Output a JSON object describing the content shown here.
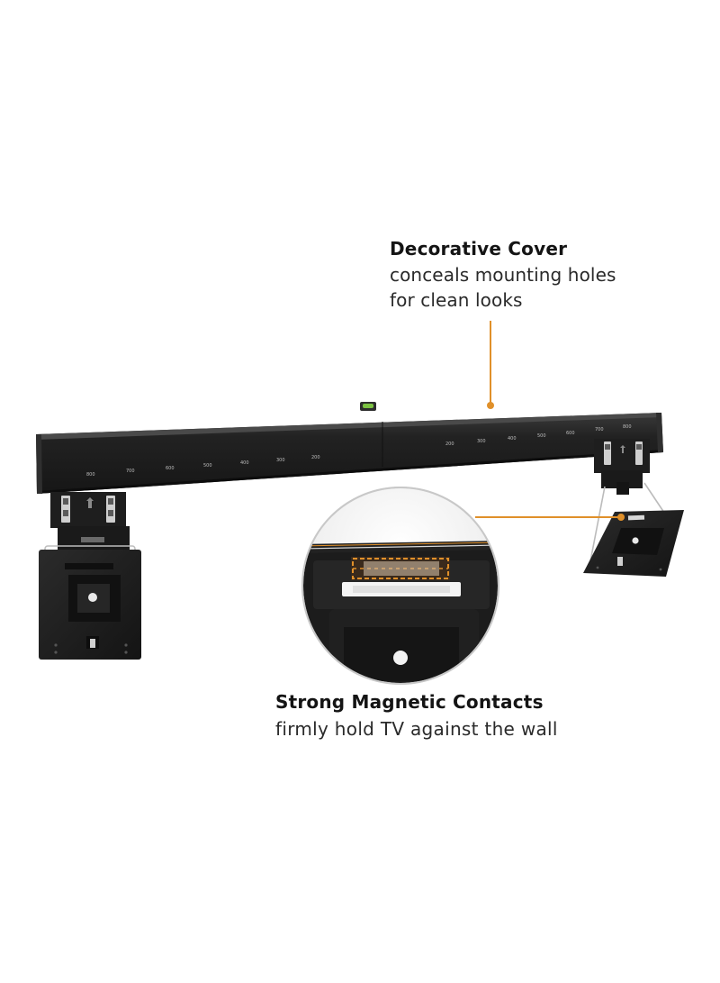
{
  "callouts": {
    "decorative_cover": {
      "title": "Decorative Cover",
      "desc_line1": "conceals mounting holes",
      "desc_line2": "for clean looks"
    },
    "magnetic_contacts": {
      "title": "Strong Magnetic Contacts",
      "desc_line1": "firmly hold TV against the wall"
    }
  },
  "scale_marks": {
    "left": [
      "800",
      "700",
      "600",
      "500",
      "400",
      "300",
      "200"
    ],
    "right": [
      "200",
      "300",
      "400",
      "500",
      "600",
      "700",
      "800"
    ]
  },
  "colors": {
    "accent": "#e0902a",
    "bracket": "#1c1c1c",
    "bracket_highlight": "#333333",
    "level_vial": "#7cc242"
  }
}
